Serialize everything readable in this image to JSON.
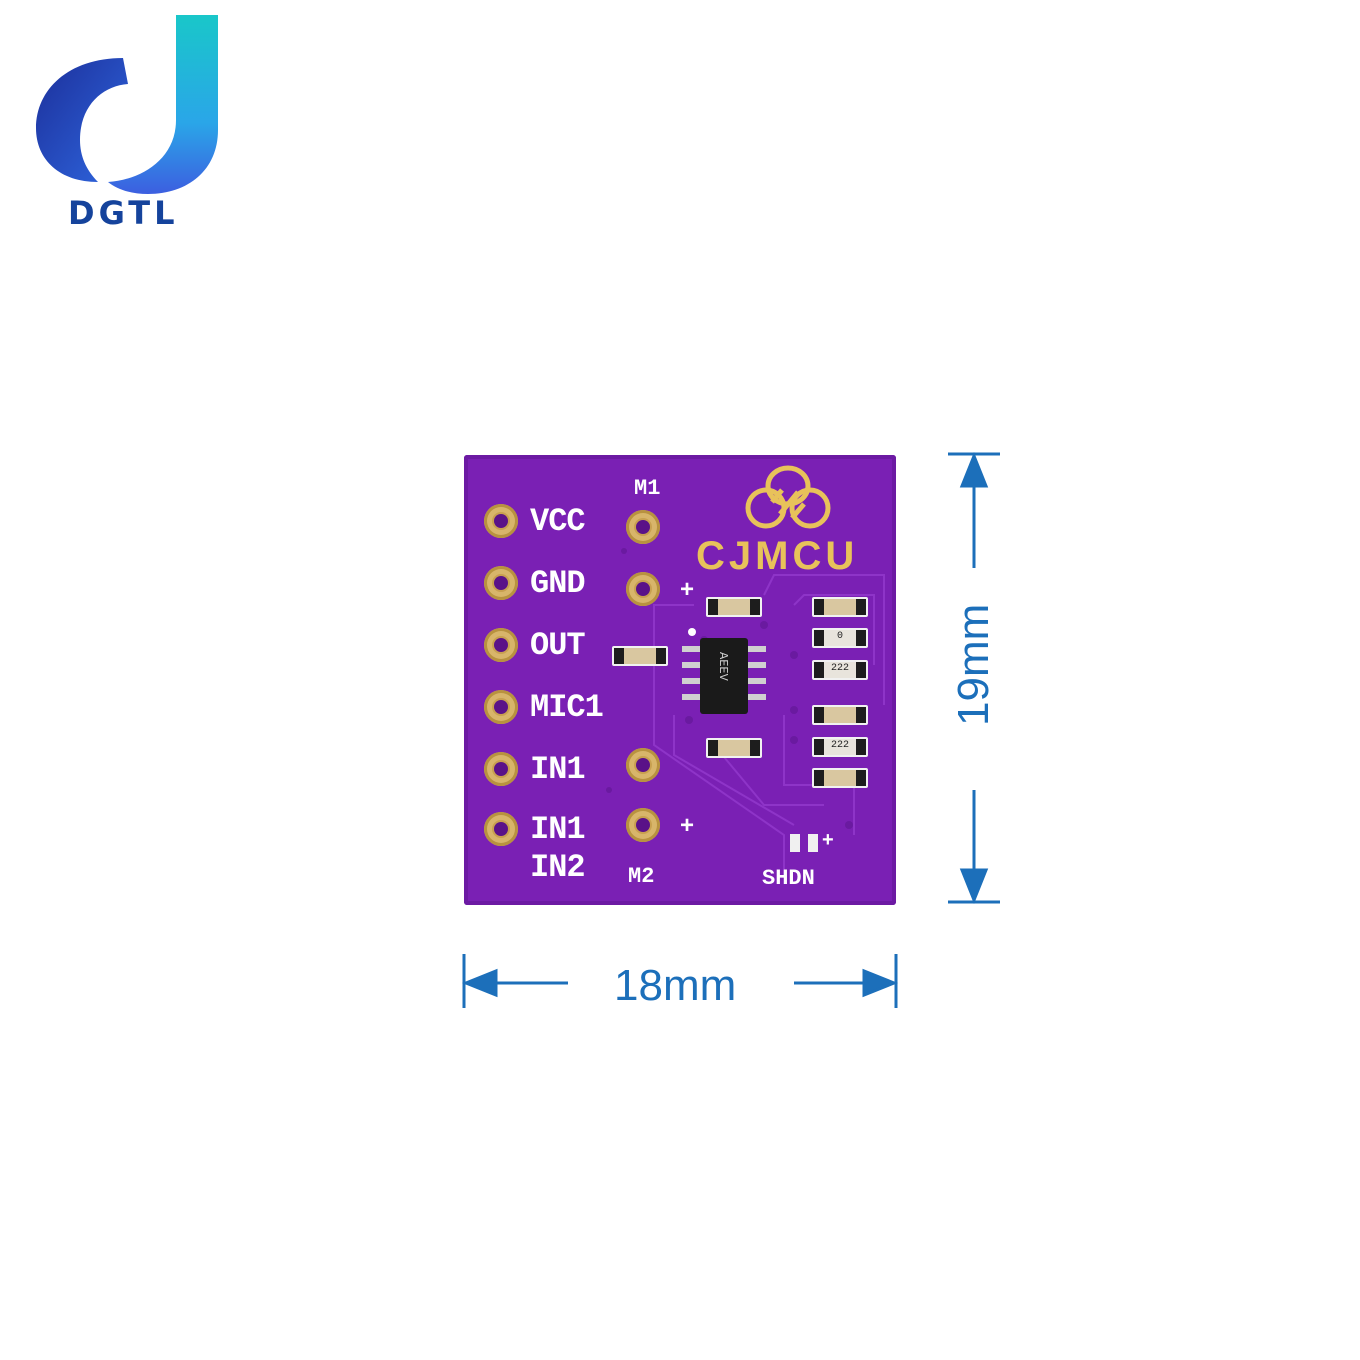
{
  "logo": {
    "text": "DGTL",
    "icon": "dgtl-logo-icon"
  },
  "board": {
    "brand": "CJMCU",
    "left_pins": [
      "VCC",
      "GND",
      "OUT",
      "MIC1",
      "IN1",
      "IN1"
    ],
    "left_pin_extra": "IN2",
    "mic_labels": {
      "top": "M1",
      "bottom": "M2"
    },
    "shdn_label": "SHDN",
    "plus": "+",
    "chip_marking": "AEEV",
    "resistor_values": [
      "0",
      "222",
      "222"
    ]
  },
  "dimensions": {
    "width": "18mm",
    "height": "19mm"
  },
  "colors": {
    "board": "#7a20b4",
    "pad_gold": "#d8b56a",
    "dimension_blue": "#1c6fba",
    "logo_blue": "#15439c"
  }
}
